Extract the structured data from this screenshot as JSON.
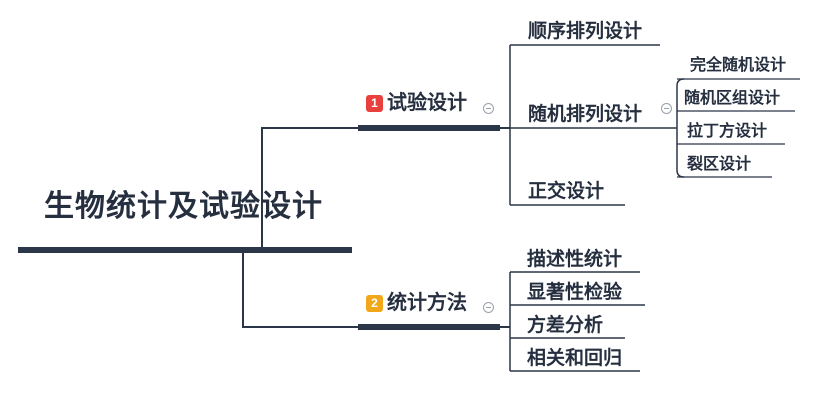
{
  "diagram": {
    "type": "mindmap",
    "background_color": "#ffffff",
    "line_color": "#2b3648",
    "text_color": "#252f3f",
    "root": {
      "label": "生物统计及试验设计"
    },
    "branches": [
      {
        "index": "1",
        "label": "试验设计",
        "badge_color": "#e8413d",
        "collapsed": false,
        "toggle_icon": "collapse-minus-icon",
        "children": [
          {
            "label": "顺序排列设计",
            "children": []
          },
          {
            "label": "随机排列设计",
            "collapsed": false,
            "toggle_icon": "collapse-minus-icon",
            "children": [
              {
                "label": "完全随机设计"
              },
              {
                "label": "随机区组设计"
              },
              {
                "label": "拉丁方设计"
              },
              {
                "label": "裂区设计"
              }
            ]
          },
          {
            "label": "正交设计",
            "children": []
          }
        ]
      },
      {
        "index": "2",
        "label": "统计方法",
        "badge_color": "#f2a71b",
        "collapsed": false,
        "toggle_icon": "collapse-minus-icon",
        "children": [
          {
            "label": "描述性统计"
          },
          {
            "label": "显著性检验"
          },
          {
            "label": "方差分析"
          },
          {
            "label": "相关和回归"
          }
        ]
      }
    ]
  }
}
